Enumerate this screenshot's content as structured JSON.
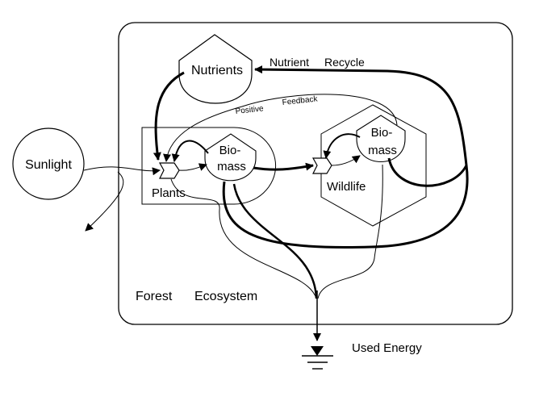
{
  "diagram": {
    "system_label_forest": "Forest",
    "system_label_ecosystem": "Ecosystem",
    "sources": {
      "sunlight": "Sunlight"
    },
    "storages": {
      "nutrients": "Nutrients"
    },
    "producers": {
      "plants": "Plants",
      "plants_biomass_line1": "Bio-",
      "plants_biomass_line2": "mass"
    },
    "consumers": {
      "wildlife": "Wildlife",
      "wildlife_biomass_line1": "Bio-",
      "wildlife_biomass_line2": "mass"
    },
    "flows": {
      "nutrient_recycle_word1": "Nutrient",
      "nutrient_recycle_word2": "Recycle",
      "positive": "Positive",
      "feedback": "Feedback"
    },
    "sink": {
      "used_energy": "Used Energy"
    }
  }
}
